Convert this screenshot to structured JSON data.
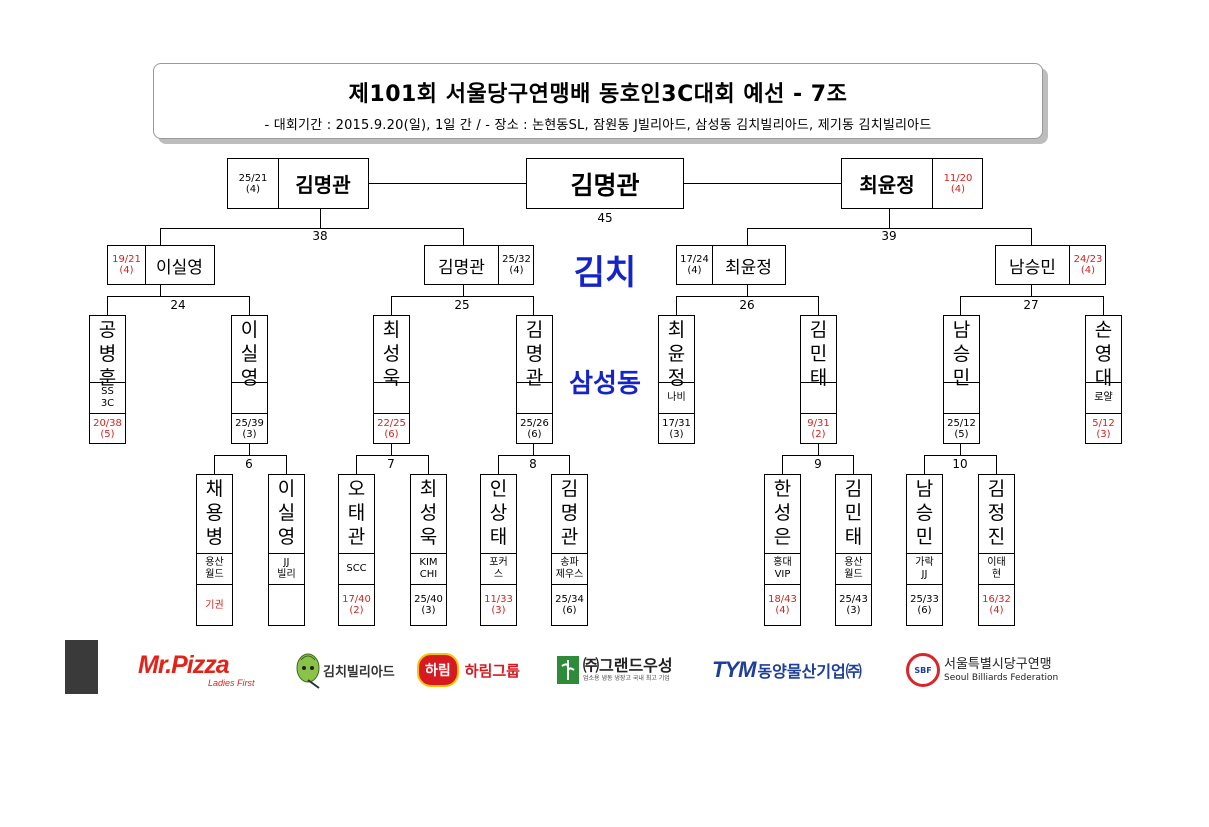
{
  "header": {
    "title": "제101회 서울당구연맹배 동호인3C대회 예선 - 7조",
    "subtitle": "- 대회기간 : 2015.9.20(일), 1일 간 / - 장소 : 논현동SL, 잠원동 J빌리아드, 삼성동 김치빌리아드, 제기동 김치빌리아드"
  },
  "final": {
    "winner": "김명관",
    "match_no": "45"
  },
  "finalists": {
    "left": {
      "name": "김명관",
      "score": "25/21",
      "innings": "(4)"
    },
    "right": {
      "name": "최윤정",
      "score": "11/20",
      "innings": "(4)"
    }
  },
  "semis": {
    "left_no": "38",
    "right_no": "39",
    "p1": {
      "name": "이실영",
      "score": "19/21",
      "innings": "(4)"
    },
    "p2": {
      "name": "김명관",
      "score": "25/32",
      "innings": "(4)"
    },
    "p3": {
      "name": "최윤정",
      "score": "17/24",
      "innings": "(4)"
    },
    "p4": {
      "name": "남승민",
      "score": "24/23",
      "innings": "(4)"
    }
  },
  "quarter_nos": [
    "24",
    "25",
    "26",
    "27"
  ],
  "round16_nos": [
    "6",
    "7",
    "8",
    "9",
    "10"
  ],
  "venue_big": "김치",
  "venue_small": "삼성동",
  "r2": [
    {
      "chars": [
        "공",
        "병",
        "훈"
      ],
      "club": "SS\n3C",
      "score": "20/38",
      "innings": "(5)",
      "red": true
    },
    {
      "chars": [
        "이",
        "실",
        "영"
      ],
      "club": "",
      "score": "25/39",
      "innings": "(3)",
      "red": false
    },
    {
      "chars": [
        "최",
        "성",
        "욱"
      ],
      "club": "",
      "score": "22/25",
      "innings": "(6)",
      "red": true
    },
    {
      "chars": [
        "김",
        "명",
        "관"
      ],
      "club": "",
      "score": "25/26",
      "innings": "(6)",
      "red": false
    },
    {
      "chars": [
        "최",
        "윤",
        "정"
      ],
      "club": "나비",
      "score": "17/31",
      "innings": "(3)",
      "red": false
    },
    {
      "chars": [
        "김",
        "민",
        "태"
      ],
      "club": "",
      "score": "9/31",
      "innings": "(2)",
      "red": true
    },
    {
      "chars": [
        "남",
        "승",
        "민"
      ],
      "club": "",
      "score": "25/12",
      "innings": "(5)",
      "red": false
    },
    {
      "chars": [
        "손",
        "영",
        "대"
      ],
      "club": "로얄",
      "score": "5/12",
      "innings": "(3)",
      "red": true
    }
  ],
  "r1": [
    {
      "chars": [
        "채",
        "용",
        "병"
      ],
      "club": "용산\n월드",
      "score": "기권",
      "innings": "",
      "red": true
    },
    {
      "chars": [
        "이",
        "실",
        "영"
      ],
      "club": "JJ\n빌리",
      "score": "",
      "innings": "",
      "red": false
    },
    {
      "chars": [
        "오",
        "태",
        "관"
      ],
      "club": "SCC",
      "score": "17/40",
      "innings": "(2)",
      "red": true
    },
    {
      "chars": [
        "최",
        "성",
        "욱"
      ],
      "club": "KIM\nCHI",
      "score": "25/40",
      "innings": "(3)",
      "red": false
    },
    {
      "chars": [
        "인",
        "상",
        "태"
      ],
      "club": "포커\n스",
      "score": "11/33",
      "innings": "(3)",
      "red": true
    },
    {
      "chars": [
        "김",
        "명",
        "관"
      ],
      "club": "송파\n제우스",
      "score": "25/34",
      "innings": "(6)",
      "red": false
    },
    {
      "chars": [
        "한",
        "성",
        "은"
      ],
      "club": "홍대\nVIP",
      "score": "18/43",
      "innings": "(4)",
      "red": true
    },
    {
      "chars": [
        "김",
        "민",
        "태"
      ],
      "club": "용산\n월드",
      "score": "25/43",
      "innings": "(3)",
      "red": false
    },
    {
      "chars": [
        "남",
        "승",
        "민"
      ],
      "club": "가락\nJJ",
      "score": "25/33",
      "innings": "(6)",
      "red": false
    },
    {
      "chars": [
        "김",
        "정",
        "진"
      ],
      "club": "이태\n현",
      "score": "16/32",
      "innings": "(4)",
      "red": true
    }
  ],
  "sponsors": {
    "mrpizza": "Mr.Pizza",
    "mrpizza_sub": "Ladies First",
    "kimchi": "김치빌리아드",
    "harim_badge": "하림",
    "harim": "하림그룹",
    "grand": "㈜그랜드우성",
    "grand_sub": "업소용 냉동 냉장고 국내 최고 기업",
    "tym_mark": "TYM",
    "tym": "동양물산기업㈜",
    "sbf_badge": "SBF",
    "sbf_ko": "서울특별시당구연맹",
    "sbf_en": "Seoul Billiards Federation"
  },
  "colors": {
    "red": "#d0241f",
    "blue": "#1524c9",
    "grey_block": "#3a3a3a"
  }
}
